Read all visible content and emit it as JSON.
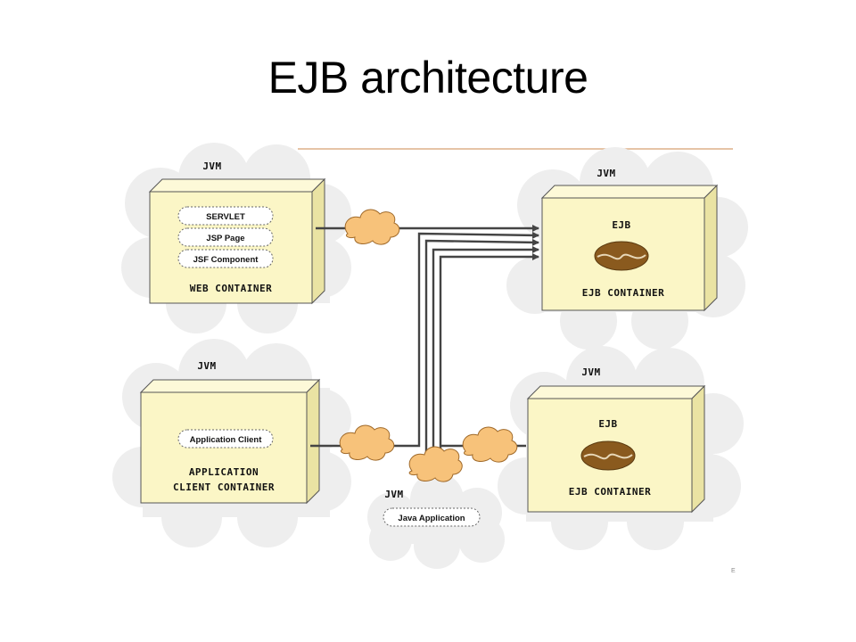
{
  "title": "EJB architecture",
  "diagram": {
    "web_jvm": {
      "jvm_label": "JVM",
      "components": [
        "SERVLET",
        "JSP Page",
        "JSF Component"
      ],
      "container_label": "WEB CONTAINER"
    },
    "app_client_jvm": {
      "jvm_label": "JVM",
      "component": "Application Client",
      "container_label_line1": "APPLICATION",
      "container_label_line2": "CLIENT CONTAINER"
    },
    "ejb_jvm_1": {
      "jvm_label": "JVM",
      "bean_label": "EJB",
      "container_label": "EJB CONTAINER"
    },
    "ejb_jvm_2": {
      "jvm_label": "JVM",
      "bean_label": "EJB",
      "container_label": "EJB CONTAINER"
    },
    "java_app_jvm": {
      "jvm_label": "JVM",
      "component": "Java Application"
    },
    "corner_mark": "E",
    "colors": {
      "box_face": "#fbf6c6",
      "box_side": "#eae3a3",
      "cloud": "#eeeeee",
      "network_cloud": "#f7c27a",
      "bean": "#8a5a1e",
      "rule": "#d8a070"
    }
  }
}
